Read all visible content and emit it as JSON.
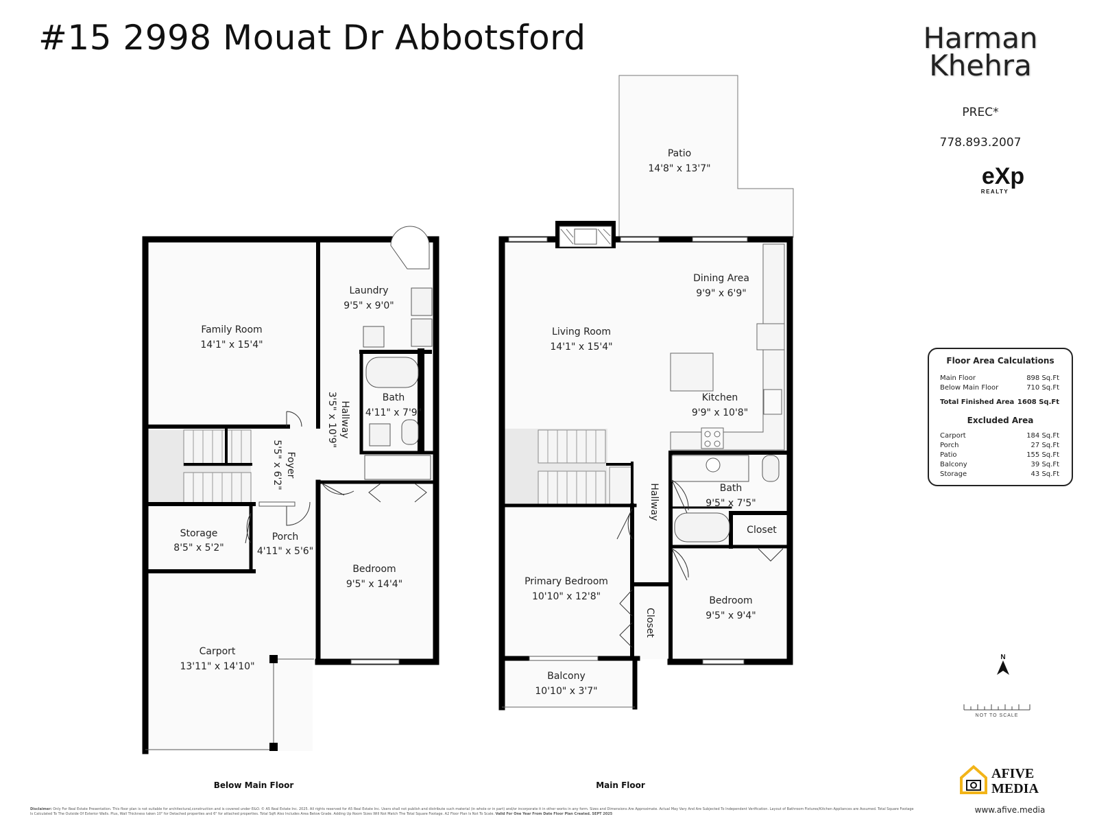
{
  "header": {
    "title": "#15 2998 Mouat Dr Abbotsford"
  },
  "agent": {
    "first_name": "Harman",
    "last_name": "Khehra",
    "designation": "PREC*",
    "phone": "778.893.2007",
    "brokerage_mark": "eXp",
    "brokerage_sub": "REALTY"
  },
  "area_calc": {
    "title": "Floor Area Calculations",
    "finished": [
      {
        "label": "Main Floor",
        "value": "898 Sq.Ft"
      },
      {
        "label": "Below Main Floor",
        "value": "710 Sq.Ft"
      }
    ],
    "total": {
      "label": "Total Finished Area",
      "value": "1608 Sq.Ft"
    },
    "excluded_title": "Excluded Area",
    "excluded": [
      {
        "label": "Carport",
        "value": "184 Sq.Ft"
      },
      {
        "label": "Porch",
        "value": "27 Sq.Ft"
      },
      {
        "label": "Patio",
        "value": "155 Sq.Ft"
      },
      {
        "label": "Balcony",
        "value": "39 Sq.Ft"
      },
      {
        "label": "Storage",
        "value": "43 Sq.Ft"
      }
    ]
  },
  "floors": {
    "below": {
      "label": "Below Main Floor",
      "rooms": [
        {
          "name": "Family Room",
          "dims": "14'1\" x 15'4\""
        },
        {
          "name": "Laundry",
          "dims": "9'5\" x 9'0\""
        },
        {
          "name": "Hallway",
          "dims": "3'5\" x 10'9\""
        },
        {
          "name": "Bath",
          "dims": "4'11\" x 7'9\""
        },
        {
          "name": "Foyer",
          "dims": "5'5\" x 6'2\""
        },
        {
          "name": "Storage",
          "dims": "8'5\" x 5'2\""
        },
        {
          "name": "Porch",
          "dims": "4'11\" x 5'6\""
        },
        {
          "name": "Bedroom",
          "dims": "9'5\" x 14'4\""
        },
        {
          "name": "Carport",
          "dims": "13'11\" x 14'10\""
        }
      ]
    },
    "main": {
      "label": "Main Floor",
      "rooms": [
        {
          "name": "Patio",
          "dims": "14'8\" x 13'7\""
        },
        {
          "name": "Dining Area",
          "dims": "9'9\" x 6'9\""
        },
        {
          "name": "Living Room",
          "dims": "14'1\" x 15'4\""
        },
        {
          "name": "Kitchen",
          "dims": "9'9\" x 10'8\""
        },
        {
          "name": "Bath",
          "dims": "9'5\" x 7'5\""
        },
        {
          "name": "Hallway",
          "dims": ""
        },
        {
          "name": "Closet",
          "dims": ""
        },
        {
          "name": "Primary Bedroom",
          "dims": "10'10\" x 12'8\""
        },
        {
          "name": "Closet",
          "dims": ""
        },
        {
          "name": "Bedroom",
          "dims": "9'5\" x 9'4\""
        },
        {
          "name": "Balcony",
          "dims": "10'10\" x 3'7\""
        }
      ]
    }
  },
  "compass": {
    "label": "N"
  },
  "scale": {
    "label": "NOT TO SCALE"
  },
  "footer": {
    "logo_line1": "AFIVE",
    "logo_line2": "MEDIA",
    "url": "www.afive.media",
    "disclaimer_label": "Disclaimer:",
    "disclaimer": "Only For Real Estate Presentation. This floor plan is not suitable for architectural,construction and is covered under E&O. © A5 Real Estate Inc. 2025. All rights reserved for A5 Real Estate Inc. Users shall not publish and distribute such material (in whole or in part) and/or incorporate it in other works in any form. Sizes and Dimensions Are Approximate. Actual May Vary And Are Subjected To Independent Verification. Layout of Bathroom Fixtures/Kitchen Appliances are Assumed. Total Square Footage Is Calculated To The Outside Of Exterior Walls. Plus, Wall Thickness taken 10\" for Detached properties and 6\" for attached properties. Total Sqft Also Includes Area Below Grade. Adding Up Room Sizes Will Not Match The Total Square Footage. A2 Floor Plan Is Not To Scale.",
    "disclaimer_valid": "Valid For One Year From Date Floor Plan Created. SEPT 2025"
  },
  "colors": {
    "wall": "#000000",
    "room_fill": "#fafafa",
    "stair_fill": "#e9e9e9",
    "text": "#222222"
  }
}
